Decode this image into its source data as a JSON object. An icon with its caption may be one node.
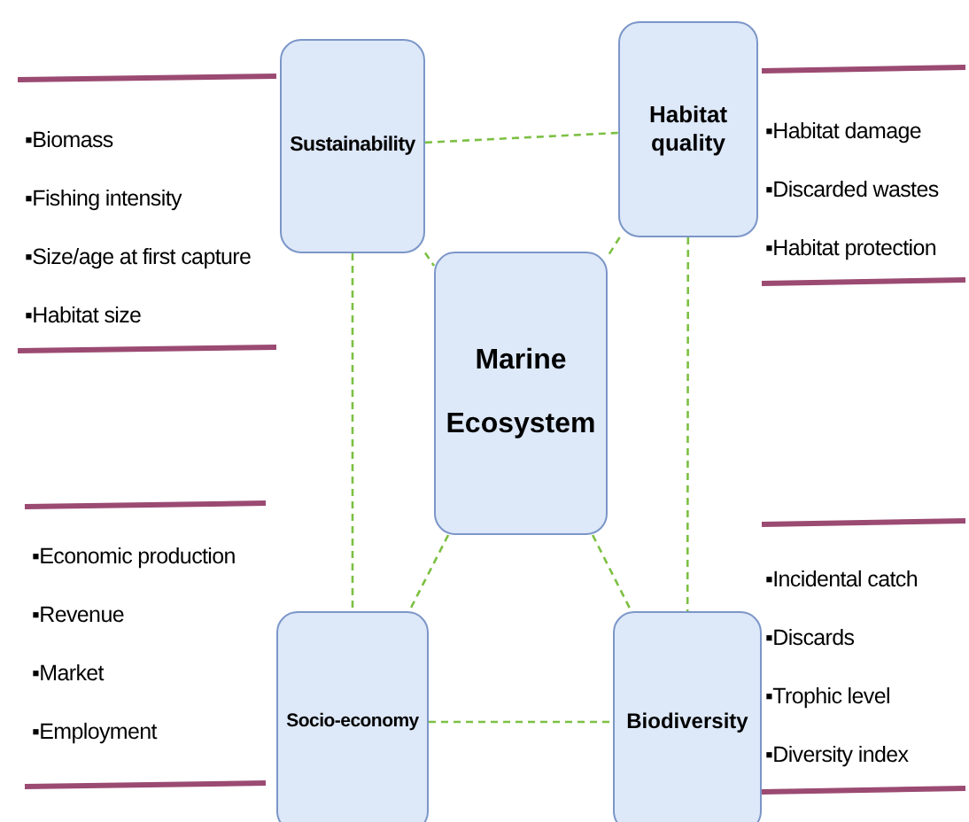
{
  "diagram": {
    "nodes": [
      {
        "text": [
          "Sustainability"
        ]
      },
      {
        "text": [
          "Habitat quality"
        ]
      },
      {
        "text": [
          "Marine Ecosystem"
        ]
      },
      {
        "text": [
          "Socio-economy"
        ]
      },
      {
        "text": [
          "Biodiversity"
        ]
      }
    ],
    "edges": [
      {
        "from": 0,
        "to": 1,
        "arrow": "none",
        "style": "dashed"
      },
      {
        "from": 0,
        "to": 2,
        "arrow": "none",
        "style": "dashed"
      },
      {
        "from": 1,
        "to": 2,
        "arrow": "none",
        "style": "dashed"
      },
      {
        "from": 0,
        "to": 3,
        "arrow": "none",
        "style": "dashed"
      },
      {
        "from": 1,
        "to": 4,
        "arrow": "none",
        "style": "dashed"
      },
      {
        "from": 2,
        "to": 3,
        "arrow": "none",
        "style": "dashed"
      },
      {
        "from": 2,
        "to": 4,
        "arrow": "none",
        "style": "dashed"
      },
      {
        "from": 3,
        "to": 4,
        "arrow": "none",
        "style": "dashed"
      }
    ],
    "labels": [
      "▪Biomass",
      "▪Fishing intensity",
      "▪Size/age at first capture",
      "▪Habitat size",
      "▪Habitat damage",
      "▪Discarded wastes",
      "▪Habitat protection",
      "▪Economic production",
      "▪Revenue",
      "▪Market",
      "▪Employment",
      "▪Incidental catch",
      "▪Discards",
      "▪Trophic level",
      "▪Diversity index"
    ]
  }
}
